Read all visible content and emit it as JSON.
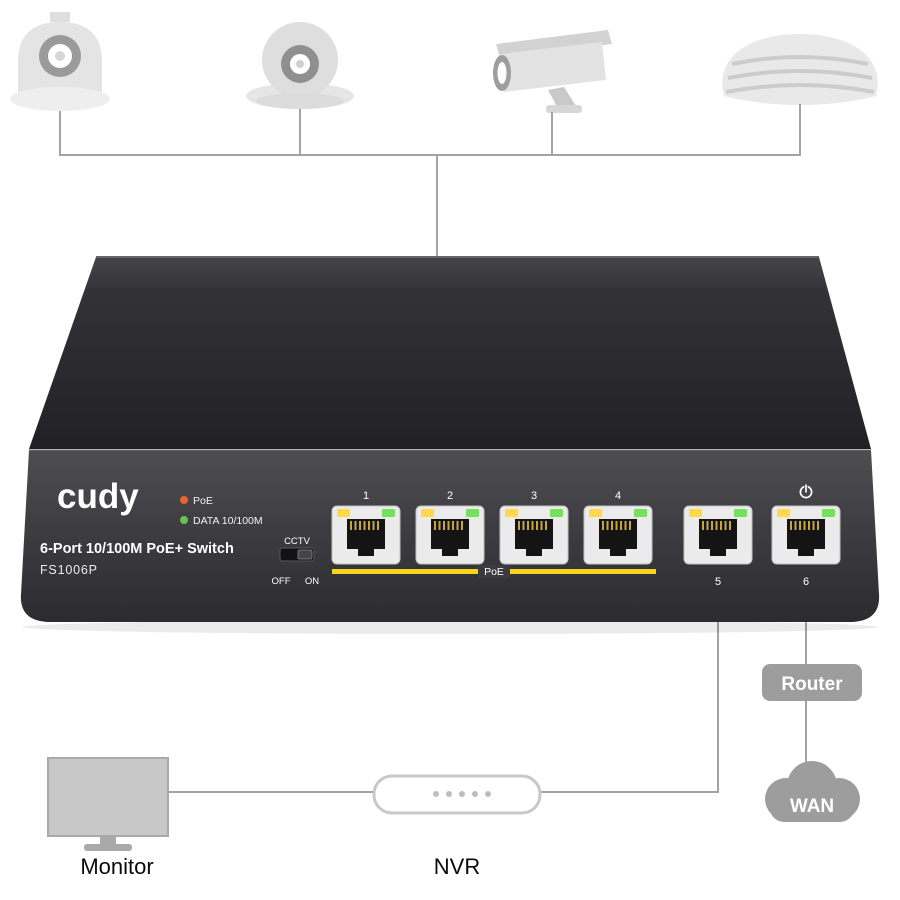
{
  "panel": {
    "brand": "cudy",
    "legend": {
      "poe": "PoE",
      "data": "DATA 10/100M"
    },
    "product_name": "6-Port 10/100M PoE+ Switch",
    "model": "FS1006P",
    "cctv": {
      "label": "CCTV",
      "off": "OFF",
      "on": "ON"
    },
    "poe_group_label": "PoE",
    "port_numbers": [
      "1",
      "2",
      "3",
      "4",
      "5",
      "6"
    ]
  },
  "diagram": {
    "top_devices": [
      "dome-camera",
      "turret-camera",
      "bullet-camera",
      "wireless-access-point"
    ],
    "labels": {
      "router": "Router",
      "wan": "WAN",
      "monitor": "Monitor",
      "nvr": "NVR"
    }
  },
  "colors": {
    "poe_line": "#f6d51f",
    "led_poe": "#e8632c",
    "led_data": "#67c24e",
    "port_led_left": "#ffd94a",
    "port_led_right": "#74e05e",
    "connector": "#a3a3a3",
    "label_gray": "#9d9d9d"
  }
}
